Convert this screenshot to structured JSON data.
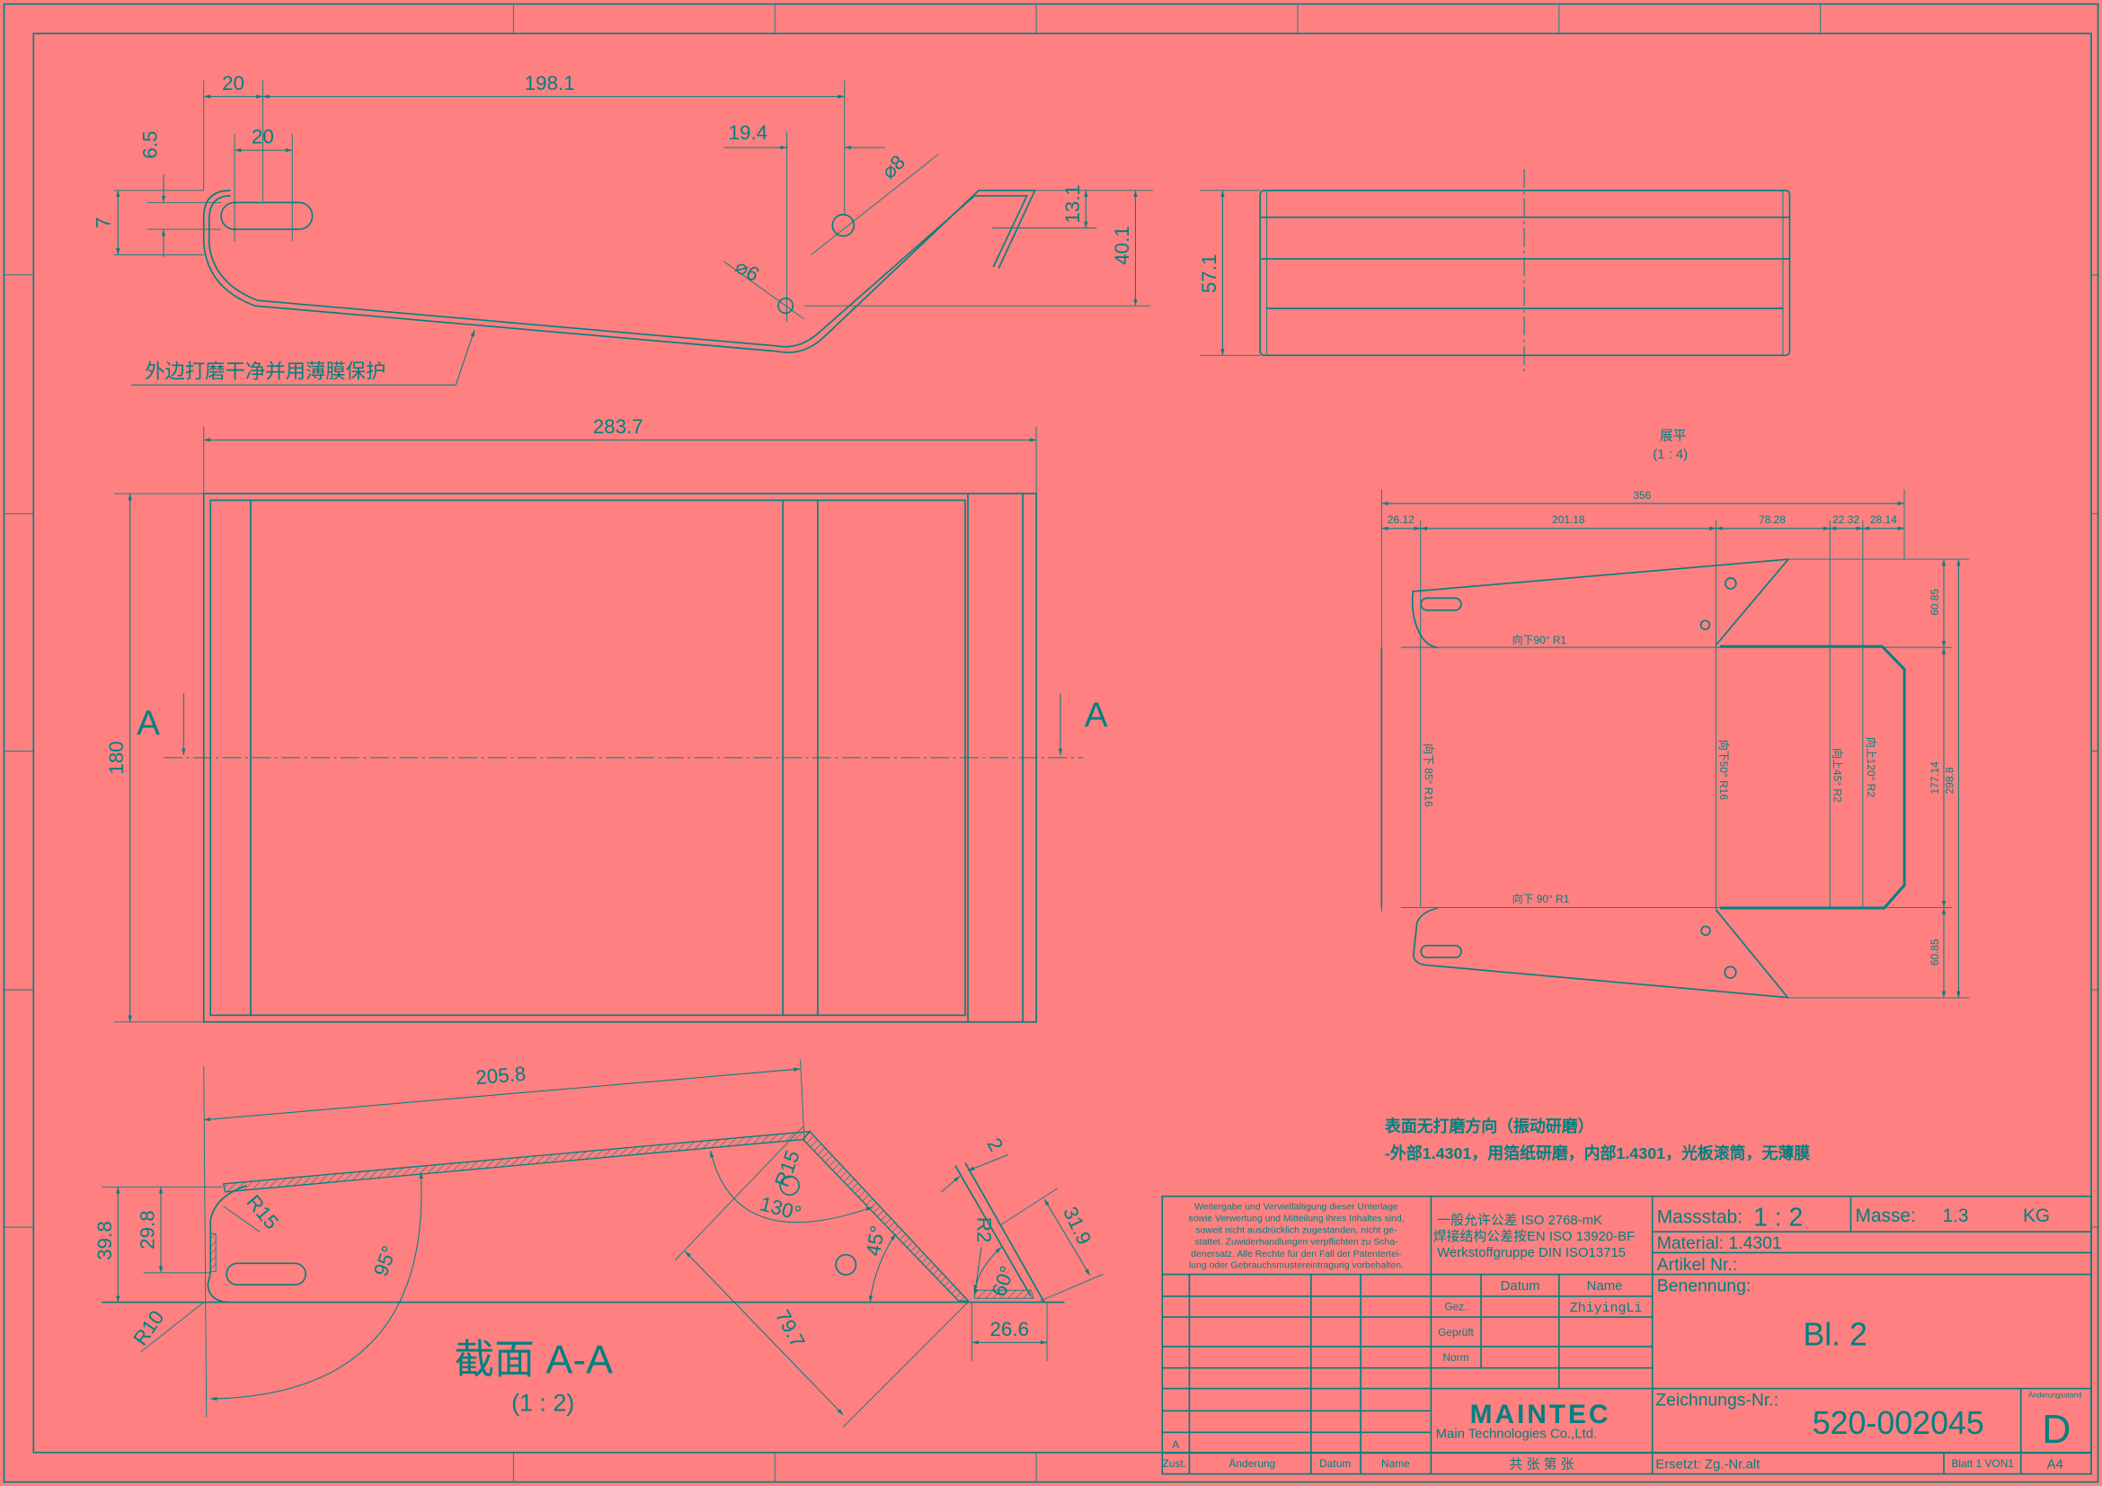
{
  "colors": {
    "paper": "#FF8080",
    "ink": "#008080"
  },
  "side_view": {
    "dims": {
      "d20a": "20",
      "d198": "198.1",
      "d65": "6.5",
      "d20b": "20",
      "d194": "19.4",
      "dia8": "⌀8",
      "d7": "7",
      "d131": "13.1",
      "d401": "40.1",
      "dia6": "⌀6"
    },
    "note": "外边打磨干净并用薄膜保护"
  },
  "front_view": {
    "d571": "57.1"
  },
  "plan_view": {
    "d2837": "283.7",
    "d180": "180",
    "cut_left": "A",
    "cut_right": "A"
  },
  "section": {
    "dims": {
      "d2058": "205.8",
      "d398": "39.8",
      "d298": "29.8",
      "r15a": "R15",
      "r10": "R10",
      "a95": "95°",
      "a130": "130°",
      "r15b": "R15",
      "a45": "45°",
      "d2": "2",
      "r2": "R2",
      "a60": "60°",
      "d319": "31.9",
      "d266": "26.6",
      "d797": "79.7"
    },
    "title": "截面   A-A",
    "scale": "(1 : 2)"
  },
  "flat_pattern": {
    "title": "展平",
    "scale": "(1 : 4)",
    "dims": {
      "total": "356",
      "w1": "26.12",
      "w2": "201.18",
      "w3": "78.28",
      "w4": "22.32",
      "w5": "28.14",
      "h1": "60.85",
      "h2": "177.14",
      "h3": "298.8",
      "h4": "60.85"
    },
    "bends": {
      "top": "向下90°   R1",
      "bottom": "向下 90°   R1",
      "b1": "向下 85°   R16",
      "b2": "向下50°   R16",
      "b3": "向上45°   R2",
      "b4": "向上120°   R2"
    }
  },
  "notes": {
    "line1": "表面无打磨方向（振动研磨）",
    "line2": "-外部1.4301，用箔纸研磨，内部1.4301，光板滚筒，无薄膜"
  },
  "title_block": {
    "disclaimer": [
      "Weitergabe und Vervielfältigung dieser Unterlage",
      "sowie Verwertung und Mitteilung ihres Inhaltes sind,",
      "soweit nicht ausdrücklich zugestanden, nicht ge-",
      "stattet. Zuwiderhandlungen verpflichten zu Scha-",
      "denersatz. Alle Rechte für den Fall der Patentertei-",
      "lung oder Gebrauchsmustereintragung vorbehalten."
    ],
    "tolerance": [
      "一般允许公差  ISO 2768-mK",
      "焊接结构公差按EN ISO 13920-BF",
      "Werkstoffgruppe DIN ISO13715"
    ],
    "massstab_label": "Massstab:",
    "massstab_value": "1 : 2",
    "masse_label": "Masse:",
    "masse_value": "1.3",
    "masse_unit": "KG",
    "material": "Material: 1.4301",
    "artikel": "Artikel Nr.:",
    "benennung_label": "Benennung:",
    "benennung_value": "Bl. 2",
    "datum_header": "Datum",
    "name_header": "Name",
    "gez": "Gez.",
    "gez_name": "ZhiyingLi",
    "geprueft": "Geprüft",
    "norm": "Norm",
    "rev_marker": "A",
    "logo": "MAINTEC",
    "company": "Main Technologies Co.,Ltd.",
    "zeichnungs_label": "Zeichnungs-Nr.:",
    "zeichnungs_value": "520-002045",
    "aenderungsstand_label": "Änderungsstand",
    "aenderungsstand_value": "D",
    "footer": {
      "zust": "Zust.",
      "aenderung": "Änderung",
      "datum": "Datum",
      "name": "Name",
      "sheets": "共  张  第  张",
      "ersetzt": "Ersetzt: Zg.-Nr.alt",
      "blatt": "Blatt 1 VON1",
      "format": "A4"
    }
  }
}
